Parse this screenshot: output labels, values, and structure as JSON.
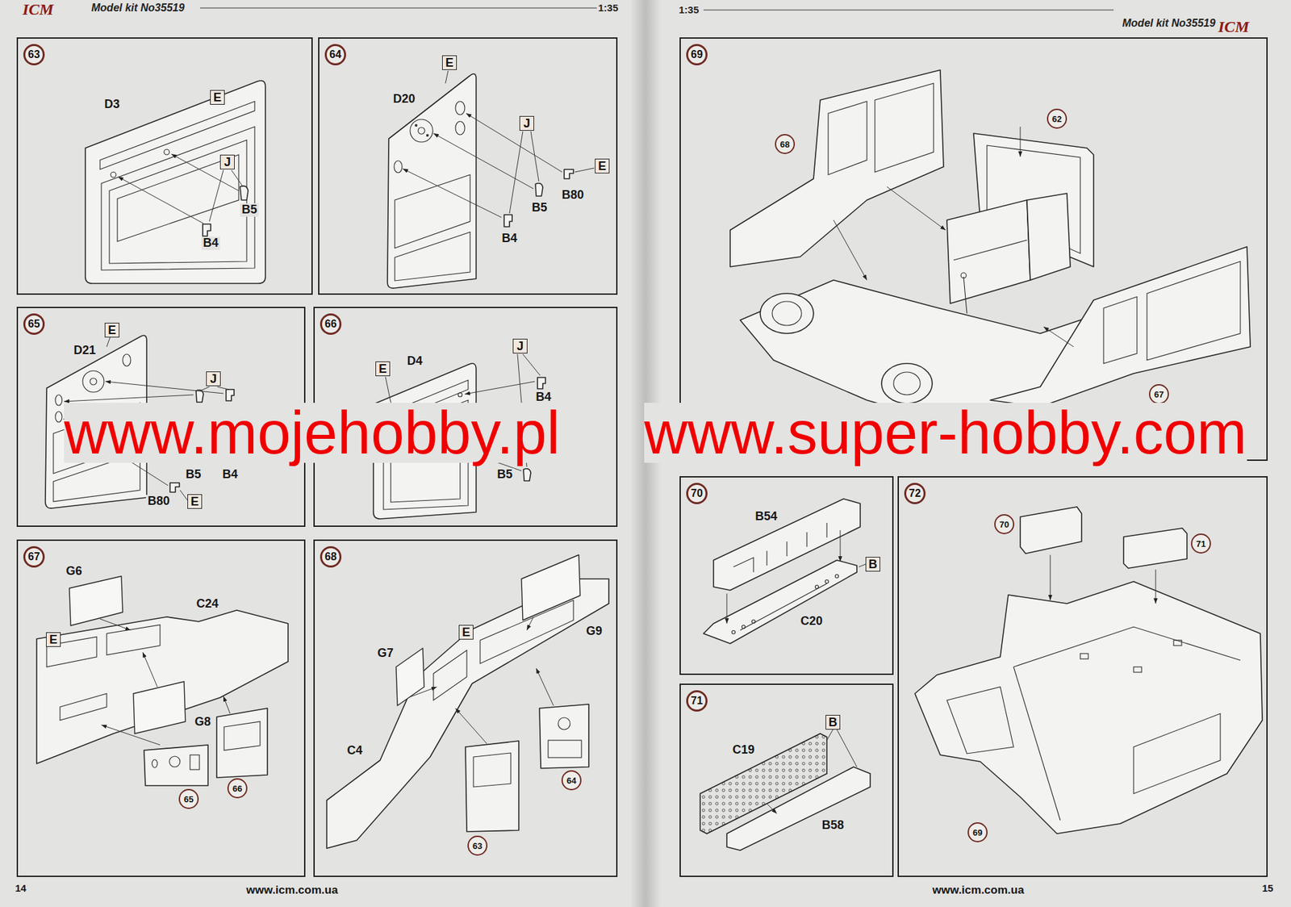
{
  "diagram": {
    "nodes": [
      {
        "text": [
          "63"
        ]
      },
      {
        "text": [
          "E"
        ],
        "in": 0
      },
      {
        "text": [
          "J"
        ],
        "in": 0
      },
      {
        "text": [
          "64"
        ]
      },
      {
        "text": [
          "E"
        ],
        "in": 3
      },
      {
        "text": [
          "J"
        ],
        "in": 3
      },
      {
        "text": [
          "E"
        ],
        "in": 3
      },
      {
        "text": [
          "65"
        ]
      },
      {
        "text": [
          "E"
        ],
        "in": 7
      },
      {
        "text": [
          "J"
        ],
        "in": 7
      },
      {
        "text": [
          "E"
        ],
        "in": 7
      },
      {
        "text": [
          "66"
        ]
      },
      {
        "text": [
          "E"
        ],
        "in": 11
      },
      {
        "text": [
          "J"
        ],
        "in": 11
      },
      {
        "text": [
          "67"
        ]
      },
      {
        "text": [
          "E"
        ],
        "in": 14
      },
      {
        "text": [
          "65"
        ],
        "in": 14
      },
      {
        "text": [
          "66"
        ],
        "in": 14
      },
      {
        "text": [
          "68"
        ]
      },
      {
        "text": [
          "E"
        ],
        "in": 18
      },
      {
        "text": [
          "63"
        ],
        "in": 18
      },
      {
        "text": [
          "64"
        ],
        "in": 18
      },
      {
        "text": [
          "69"
        ]
      },
      {
        "text": [
          "68"
        ],
        "in": 22
      },
      {
        "text": [
          "62"
        ],
        "in": 22
      },
      {
        "text": [
          "67"
        ],
        "in": 22
      },
      {
        "text": [
          "70"
        ]
      },
      {
        "text": [
          "B"
        ],
        "in": 26
      },
      {
        "text": [
          "71"
        ]
      },
      {
        "text": [
          "B"
        ],
        "in": 28
      },
      {
        "text": [
          "72"
        ]
      },
      {
        "text": [
          "70"
        ],
        "in": 30
      },
      {
        "text": [
          "71"
        ],
        "in": 30
      },
      {
        "text": [
          "69"
        ],
        "in": 30
      }
    ],
    "labels": [
      "ICM",
      "Model kit No35519",
      "1:35",
      "1:35",
      "Model kit No35519",
      "ICM",
      "D3",
      "B5",
      "B4",
      "D20",
      "B80",
      "B5",
      "B4",
      "D21",
      "B5",
      "B4",
      "B80",
      "D4",
      "B4",
      "B5",
      "G6",
      "C24",
      "G8",
      "G7",
      "G9",
      "C4",
      "B54",
      "C20",
      "C19",
      "B58",
      "www.mojehobby.pl",
      "www.super-hobby.com",
      "14",
      "www.icm.com.ua",
      "www.icm.com.ua",
      "15"
    ]
  }
}
